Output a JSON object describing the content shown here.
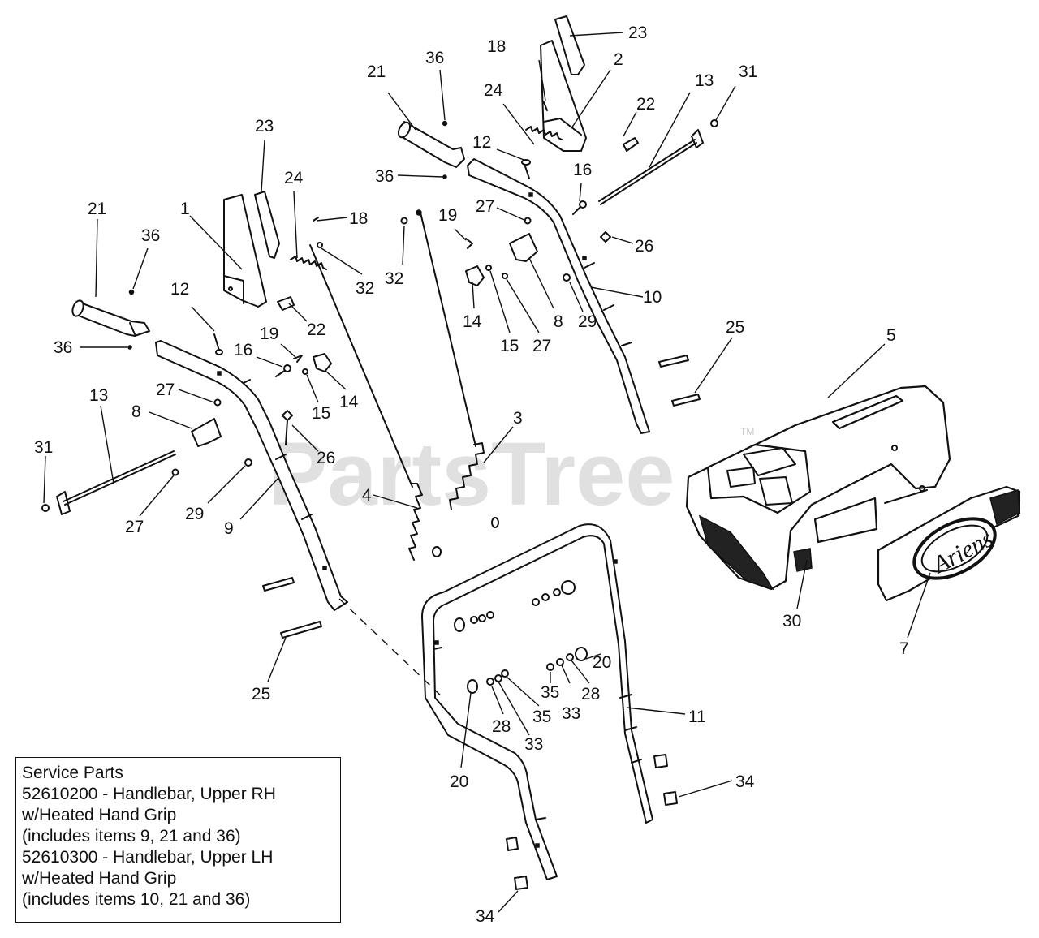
{
  "watermark": {
    "text": "PartsTree",
    "tm": "TM"
  },
  "callouts": {
    "c23_top": "23",
    "c18_top": "18",
    "c36_top": "36",
    "c21_top": "21",
    "c2": "2",
    "c13_right": "13",
    "c31_right": "31",
    "c24_top": "24",
    "c22_top": "22",
    "c12_top": "12",
    "c16_top": "16",
    "c36_mid": "36",
    "c23_left": "23",
    "c24_left": "24",
    "c18_left": "18",
    "c21_left": "21",
    "c1": "1",
    "c36_left": "36",
    "c27_top": "27",
    "c19_top": "19",
    "c32_mid": "32",
    "c32_left": "32",
    "c26_top": "26",
    "c10": "10",
    "c14_top": "14",
    "c8_top": "8",
    "c29_top": "29",
    "c15_top": "15",
    "c27_mid": "27",
    "c12_left": "12",
    "c22_left": "22",
    "c25_right": "25",
    "c5": "5",
    "c19_left": "19",
    "c16_left": "16",
    "c36_small": "36",
    "c14_left": "14",
    "c15_left": "15",
    "c27_left": "27",
    "c13_left": "13",
    "c8_left": "8",
    "c3": "3",
    "c26_left": "26",
    "c31_left": "31",
    "c4": "4",
    "c29_left": "29",
    "c27_bottom": "27",
    "c9": "9",
    "c30": "30",
    "c7": "7",
    "c20_right": "20",
    "c35_right": "35",
    "c33_right": "33",
    "c28_right": "28",
    "c11": "11",
    "c25_left": "25",
    "c35_left": "35",
    "c28_left": "28",
    "c33_left": "33",
    "c20_left": "20",
    "c34_right": "34",
    "c34_bottom": "34"
  },
  "service_parts": {
    "heading": "Service Parts",
    "line1": "52610200 - Handlebar, Upper RH",
    "line2": "w/Heated Hand Grip",
    "line3": "(includes items 9, 21 and 36)",
    "line4": "52610300 - Handlebar, Upper LH",
    "line5": "w/Heated Hand Grip",
    "line6": "(includes items 10, 21 and 36)"
  },
  "logo": {
    "brand": "Ariens"
  }
}
